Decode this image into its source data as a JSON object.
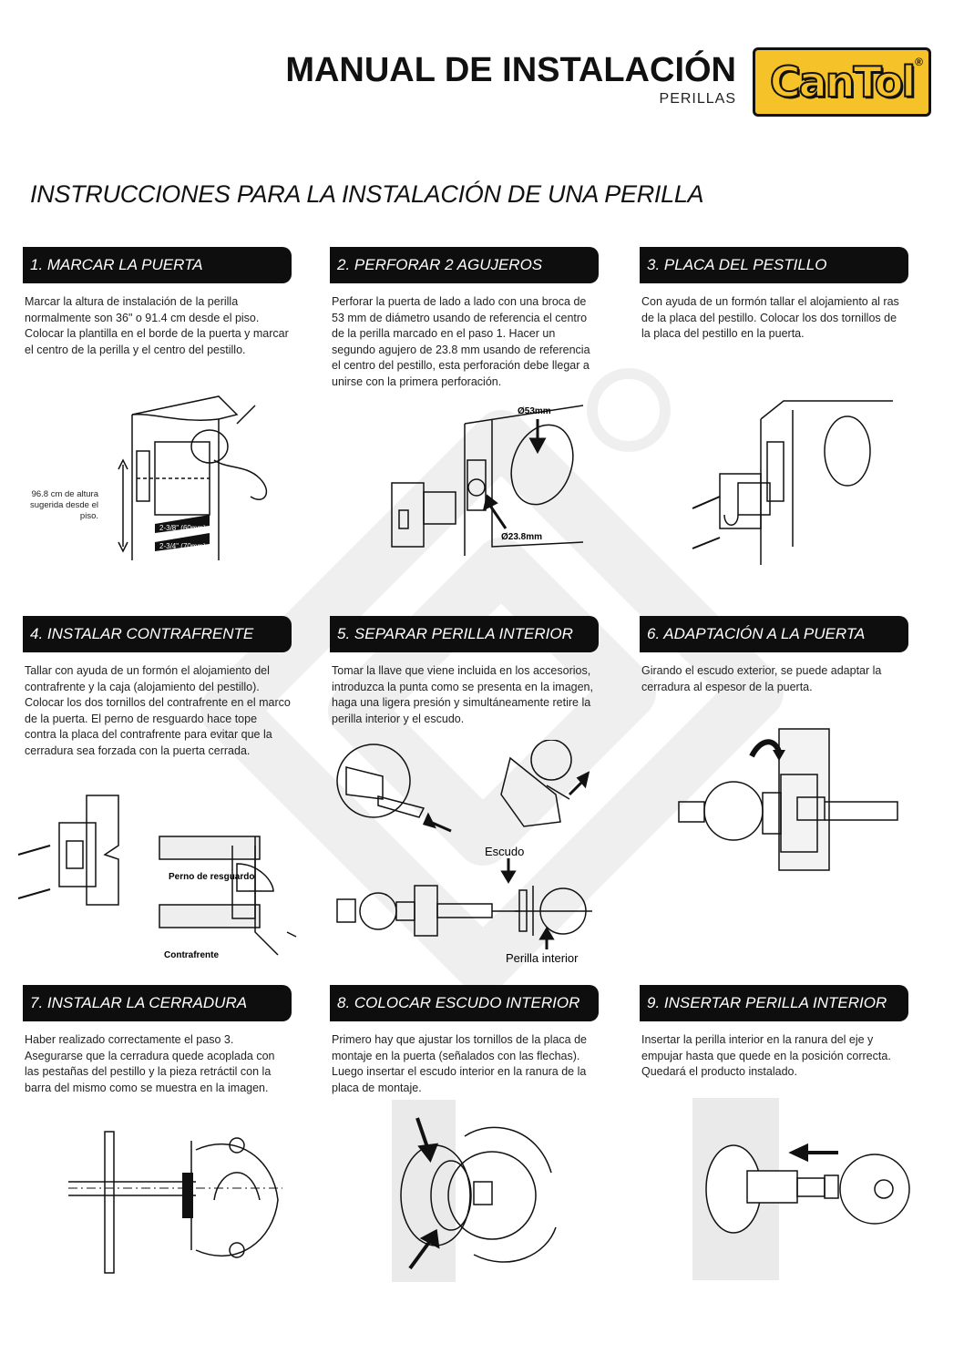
{
  "header": {
    "title": "MANUAL DE INSTALACIÓN",
    "subtitle": "PERILLAS",
    "logo_text": "CanTol",
    "logo_registered": "®"
  },
  "page_heading": "INSTRUCCIONES PARA LA INSTALACIÓN DE UNA PERILLA",
  "steps": [
    {
      "title": "1. MARCAR LA PUERTA",
      "text": "Marcar la altura de instalación de la perilla normalmente son 36\" o 91.4 cm desde el piso. Colocar la plantilla en el borde de la puerta y marcar el centro de la perilla y el centro del pestillo.",
      "labels": {
        "height_note": "96.8 cm de altura sugerida desde el piso.",
        "dim_a": "2-3/8\" (60mm)",
        "dim_b": "2-3/4\" (70mm)"
      }
    },
    {
      "title": "2. PERFORAR 2 AGUJEROS",
      "text": "Perforar la puerta de lado a lado con una broca de 53 mm de diámetro usando de referencia el centro de la perilla marcado en el paso 1. Hacer un segundo agujero de 23.8 mm usando de referencia el centro del pestillo, esta perforación debe llegar a unirse con la primera perforación.",
      "labels": {
        "big_hole": "Ø53mm",
        "small_hole": "Ø23.8mm"
      }
    },
    {
      "title": "3. PLACA DEL PESTILLO",
      "text": "Con ayuda de un formón tallar el alojamiento al ras de la placa del pestillo. Colocar los dos tornillos de la placa del pestillo en la puerta."
    },
    {
      "title": "4. INSTALAR CONTRAFRENTE",
      "text": "Tallar con ayuda de un formón el alojamiento del contrafrente y la caja (alojamiento del pestillo). Colocar los dos tornillos del contrafrente en el marco de la puerta. El perno de resguardo hace tope contra la placa del contrafrente para evitar que la cerradura sea forzada con la puerta cerrada.",
      "labels": {
        "perno": "Perno de resguardo",
        "contrafrente": "Contrafrente"
      }
    },
    {
      "title": "5. SEPARAR PERILLA INTERIOR",
      "text": "Tomar la llave que viene incluida en los accesorios, introduzca la punta como se presenta en la imagen, haga una ligera presión y simultáneamente retire la perilla interior y el escudo.",
      "labels": {
        "escudo": "Escudo",
        "perilla": "Perilla interior"
      }
    },
    {
      "title": "6. ADAPTACIÓN A LA PUERTA",
      "text": "Girando el escudo exterior, se puede adaptar la cerradura al espesor de la puerta."
    },
    {
      "title": "7. INSTALAR LA CERRADURA",
      "text": "Haber realizado correctamente el paso 3. Asegurarse que la cerradura quede acoplada con las pestañas del pestillo y la pieza retráctil con la barra del mismo como se muestra en la imagen."
    },
    {
      "title": "8. COLOCAR ESCUDO INTERIOR",
      "text": "Primero hay que ajustar los tornillos de la placa de montaje en la puerta (señalados con las flechas). Luego insertar el escudo interior en la ranura de la placa de montaje."
    },
    {
      "title": "9. INSERTAR PERILLA INTERIOR",
      "text": "Insertar la perilla interior en la ranura del eje y empujar hasta que quede en la posición correcta. Quedará el producto instalado."
    }
  ]
}
